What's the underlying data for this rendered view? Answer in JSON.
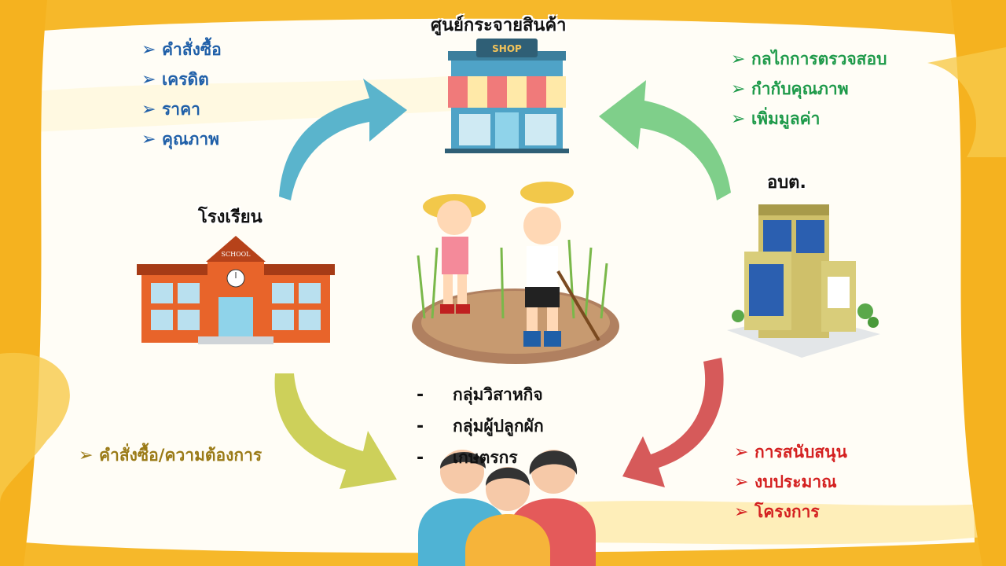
{
  "distribution_center": {
    "title": "ศูนย์กระจายสินค้า",
    "sign": "SHOP"
  },
  "school": {
    "title": "โรงเรียน",
    "sign": "SCHOOL"
  },
  "sao": {
    "title": "อบต."
  },
  "school_items": [
    "คำสั่งซื้อ",
    "เครดิต",
    "ราคา",
    "คุณภาพ"
  ],
  "sao_to_center_items": [
    "กลไกการตรวจสอบ",
    "กำกับคุณภาพ",
    "เพิ่มมูลค่า"
  ],
  "sao_to_group_items": [
    "การสนับสนุน",
    "งบประมาณ",
    "โครงการ"
  ],
  "school_to_group_items": [
    "คำสั่งซื้อ/ความต้องการ"
  ],
  "farmer_groups": [
    "กลุ่มวิสาหกิจ",
    "กลุ่มผู้ปลูกผัก",
    "เกษตรกร"
  ],
  "colors": {
    "blue": "#1f5fa8",
    "green": "#1e9a4a",
    "red": "#d42020",
    "olive": "#9a7a16",
    "arrow_blue": "#5ab4cc",
    "arrow_green": "#7fcf8a",
    "arrow_red": "#d65a5a",
    "arrow_yellow": "#cdd05a"
  },
  "icons": [
    "shop-icon",
    "school-icon",
    "office-building-icon",
    "farmers-icon",
    "people-group-icon"
  ]
}
